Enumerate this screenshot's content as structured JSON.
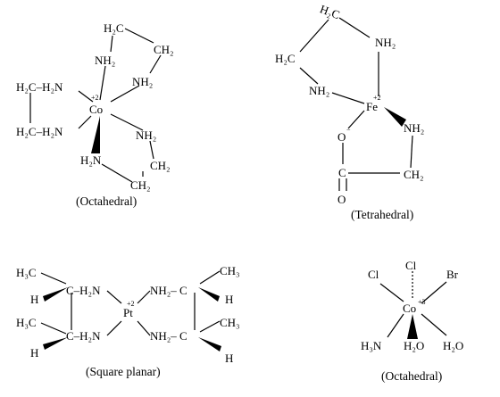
{
  "structures": {
    "co_en": {
      "caption": "(Octahedral)",
      "metal": "Co",
      "charge": "+2",
      "labels": {
        "h2c_top": "H₂C",
        "ch2_top": "CH₂",
        "nh2_top": "NH₂",
        "nh2_upper_right": "NH₂",
        "h2c_n_upper_left": "H₂C–H₂N",
        "h2c_n_lower_left": "H₂C–H₂N",
        "nh2_right": "NH₂",
        "h2n_bottom": "H₂N",
        "ch2_bottom_right": "CH₂",
        "ch2_bottom": "CH₂"
      }
    },
    "fe_gly": {
      "caption": "(Tetrahedral)",
      "metal": "Fe",
      "charge": "+2",
      "labels": {
        "h2c_top": "H₂C",
        "nh2_top": "NH₂",
        "h2c_left": "H₂C",
        "nh2_left": "NH₂",
        "o_minus": "O",
        "minus": "−",
        "nh2_right": "NH₂",
        "c_carbonyl": "C",
        "o_carbonyl": "O",
        "ch2_right": "CH₂"
      }
    },
    "pt_sq": {
      "caption": "(Square planar)",
      "metal": "Pt",
      "charge": "+2",
      "labels": {
        "h3c_top_left": "H₃C",
        "h_upper_left": "H",
        "c_h2n_upper": "C–H₂N",
        "h3c_mid_left": "H₃C",
        "h_lower_left": "H",
        "c_h2n_lower": "C–H₂N",
        "nh2_c_upper": "NH₂– C",
        "ch3_top_right": "CH₃",
        "h_upper_right": "H",
        "nh2_c_lower": "NH₂– C",
        "ch3_mid_right": "CH₃",
        "h_lower_right": "H"
      }
    },
    "co_oct": {
      "caption": "(Octahedral)",
      "metal": "Co",
      "charge": "+3",
      "labels": {
        "cl_top": "Cl",
        "cl_left": "Cl",
        "br": "Br",
        "h3n": "H₃N",
        "h2o_bottom": "H₂O",
        "h2o_right": "H₂O"
      }
    }
  }
}
